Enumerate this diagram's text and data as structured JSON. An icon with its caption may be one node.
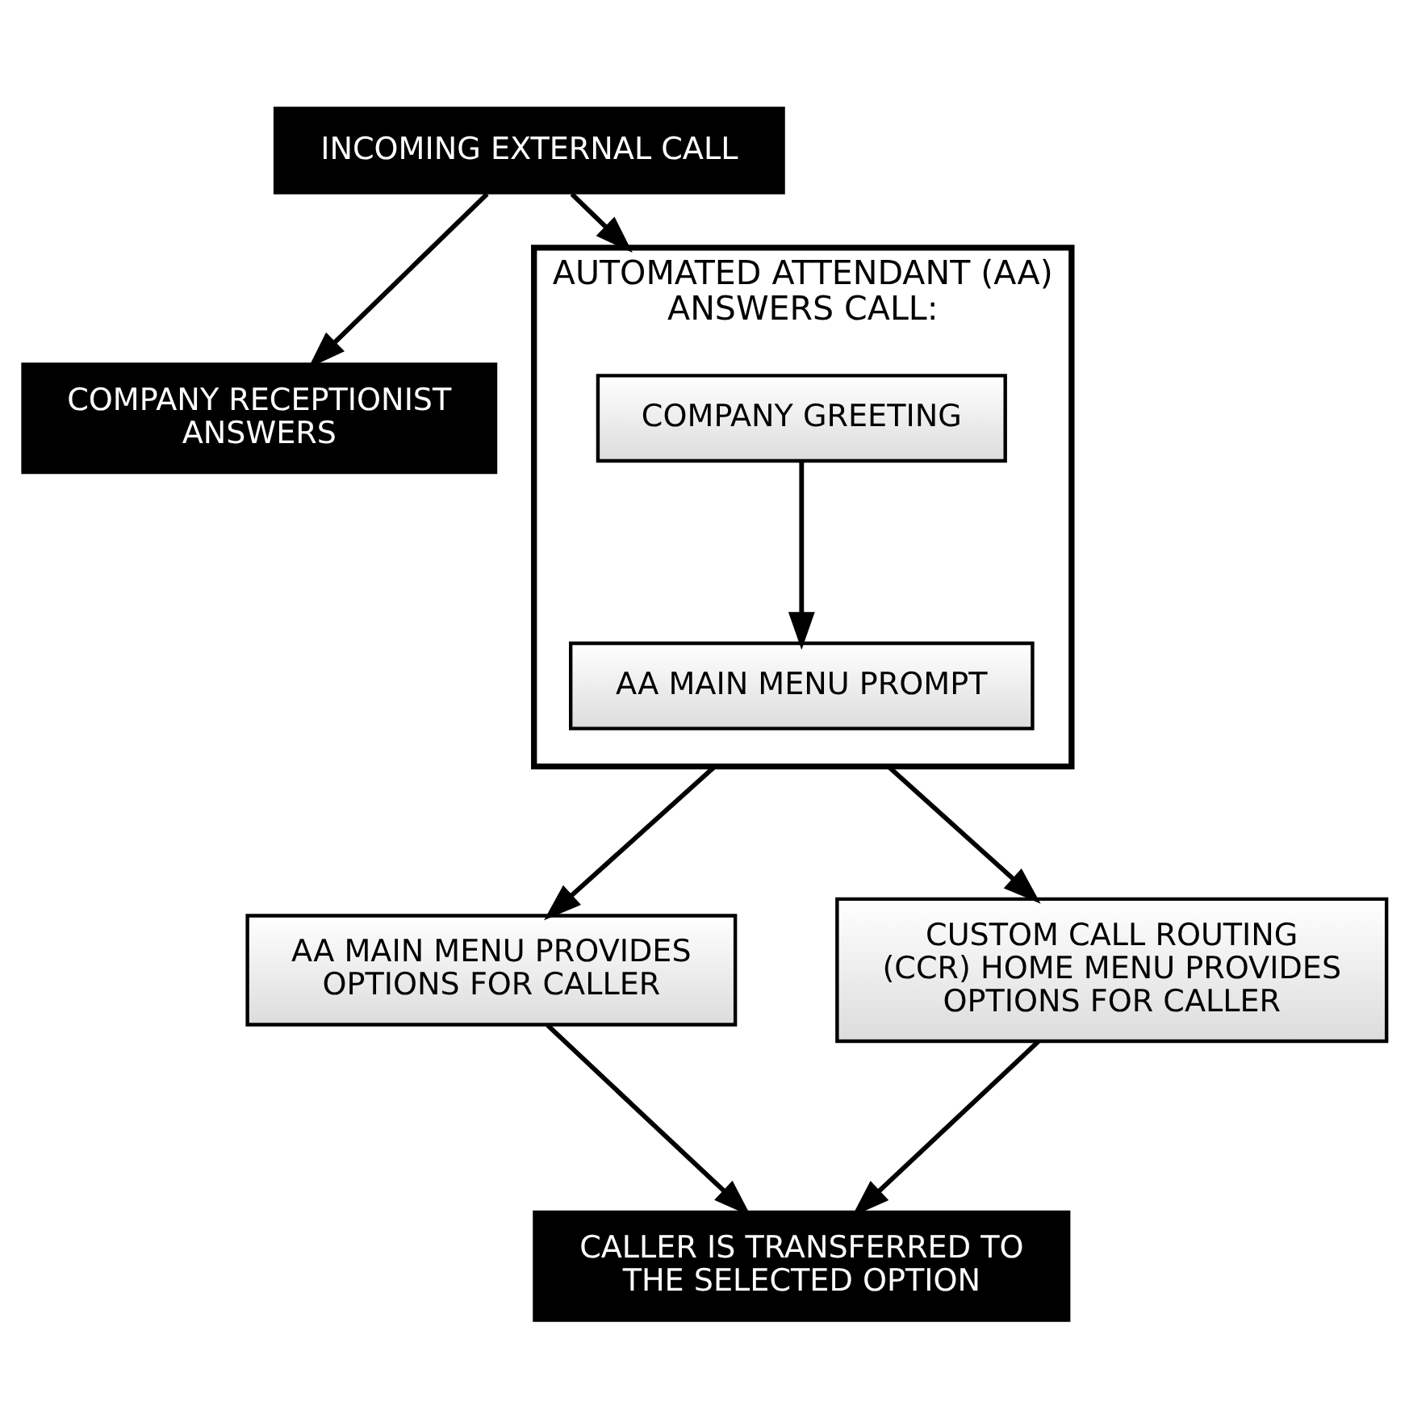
{
  "diagram": {
    "nodes": [
      {
        "text": [
          "INCOMING EXTERNAL CALL"
        ]
      },
      {
        "text": [
          "COMPANY RECEPTIONIST ANSWERS"
        ]
      },
      {
        "text": [
          "AUTOMATED ATTENDANT (AA) ANSWERS CALL:"
        ]
      },
      {
        "text": [
          "COMPANY GREETING"
        ],
        "in": 2
      },
      {
        "text": [
          "AA MAIN MENU PROMPT"
        ],
        "in": 2
      },
      {
        "text": [
          "AA MAIN MENU PROVIDES OPTIONS FOR CALLER"
        ]
      },
      {
        "text": [
          "CUSTOM CALL ROUTING (CCR) HOME MENU PROVIDES OPTIONS FOR CALLER"
        ]
      },
      {
        "text": [
          "CALLER IS TRANSFERRED TO THE SELECTED OPTION"
        ]
      }
    ],
    "edges": [
      {
        "from": 0,
        "to": 1,
        "arrow": "to"
      },
      {
        "from": 0,
        "to": 2,
        "arrow": "to"
      },
      {
        "from": 3,
        "to": 4,
        "arrow": "to"
      },
      {
        "from": 2,
        "to": 5,
        "arrow": "to"
      },
      {
        "from": 2,
        "to": 6,
        "arrow": "to"
      },
      {
        "from": 5,
        "to": 7,
        "arrow": "to"
      },
      {
        "from": 6,
        "to": 7,
        "arrow": "to"
      }
    ]
  }
}
